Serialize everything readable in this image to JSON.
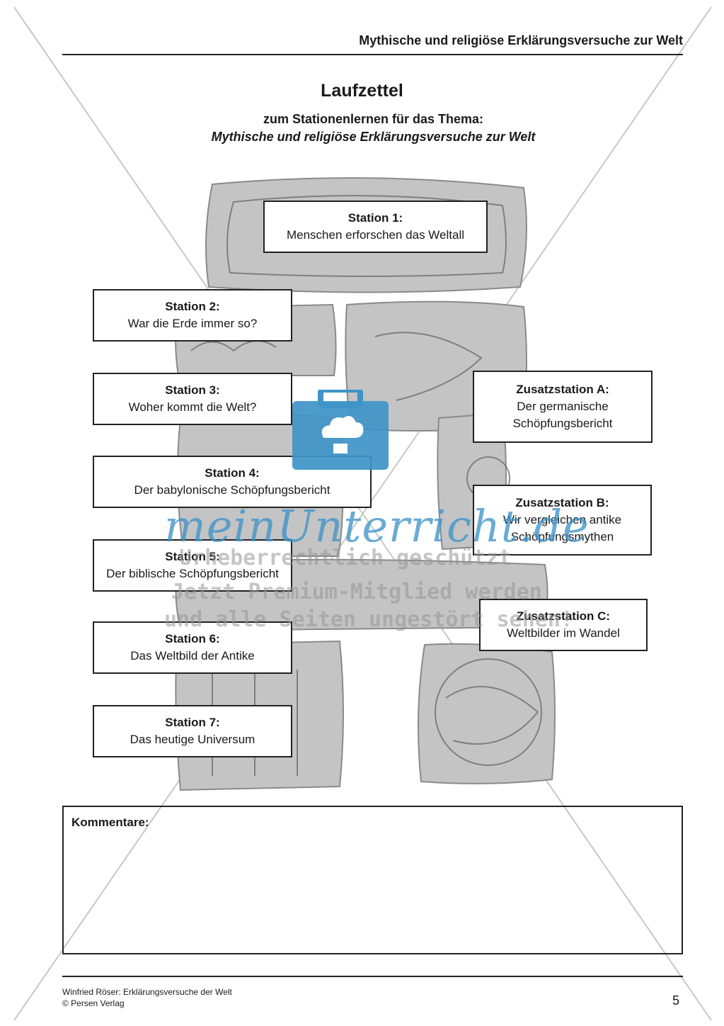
{
  "header": {
    "title": "Mythische und religiöse Erklärungsversuche zur Welt"
  },
  "title": "Laufzettel",
  "subtitle": "zum Stationenlernen für das Thema:",
  "subtitle_topic": "Mythische und religiöse Erklärungsversuche zur Welt",
  "stations": [
    {
      "title": "Station 1:",
      "text": "Menschen erforschen das Weltall"
    },
    {
      "title": "Station 2:",
      "text": "War die Erde immer so?"
    },
    {
      "title": "Station 3:",
      "text": "Woher kommt die Welt?"
    },
    {
      "title": "Station 4:",
      "text": "Der babylonische Schöpfungsbericht"
    },
    {
      "title": "Station 5:",
      "text": "Der biblische Schöpfungsbericht"
    },
    {
      "title": "Station 6:",
      "text": "Das Weltbild der Antike"
    },
    {
      "title": "Station 7:",
      "text": "Das heutige Universum"
    },
    {
      "title": "Zusatzstation A:",
      "line1": "Der germanische",
      "line2": "Schöpfungsbericht"
    },
    {
      "title": "Zusatzstation B:",
      "line1": "Wir vergleichen antike",
      "line2": "Schöpfungsmythen"
    },
    {
      "title": "Zusatzstation C:",
      "text": "Weltbilder im Wandel"
    }
  ],
  "comments": {
    "label": "Kommentare:"
  },
  "footer": {
    "author_line": "Winfried Röser: Erklärungsversuche der Welt",
    "publisher_line": "© Persen Verlag",
    "page_number": "5"
  },
  "watermark": {
    "brand": "meinUnterricht.de",
    "line1": "Urheberrechtlich geschützt",
    "line2": "Jetzt Premium-Mitglied werden",
    "line3": "und alle Seiten ungestört sehen!",
    "color": "#3f94c8"
  }
}
